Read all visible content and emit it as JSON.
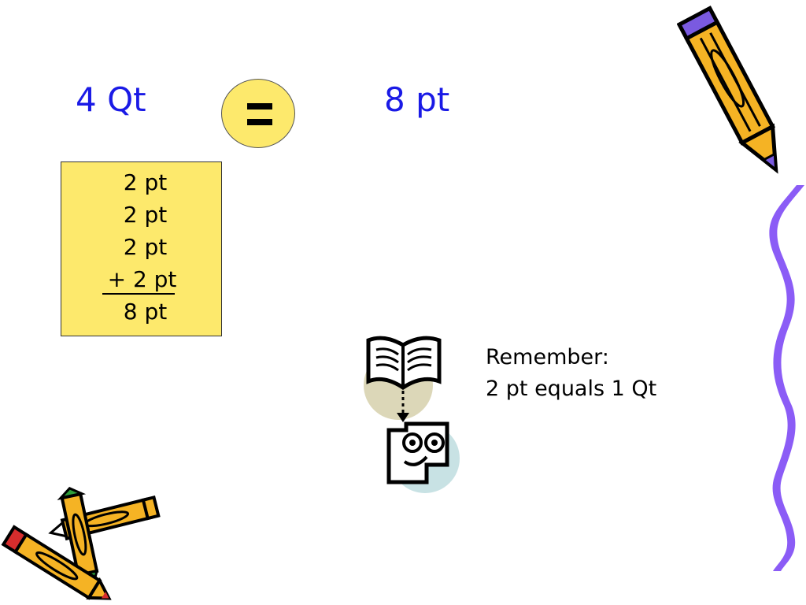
{
  "equation": {
    "left": "4 Qt",
    "right": "8 pt"
  },
  "calculation": {
    "lines": [
      "2 pt",
      "2 pt",
      "2 pt",
      "+ 2 pt",
      "8 pt"
    ]
  },
  "reminder": {
    "title": "Remember:",
    "text": "2 pt equals 1 Qt"
  },
  "colors": {
    "text_blue": "#1a1ae6",
    "box_yellow": "#fde96c",
    "squiggle_purple": "#8b5cf6",
    "pencil_orange": "#f5b324"
  },
  "icons": [
    "equals-icon",
    "pencil-icon",
    "crossed-pencils-icon",
    "book-reader-icon",
    "wavy-border"
  ]
}
